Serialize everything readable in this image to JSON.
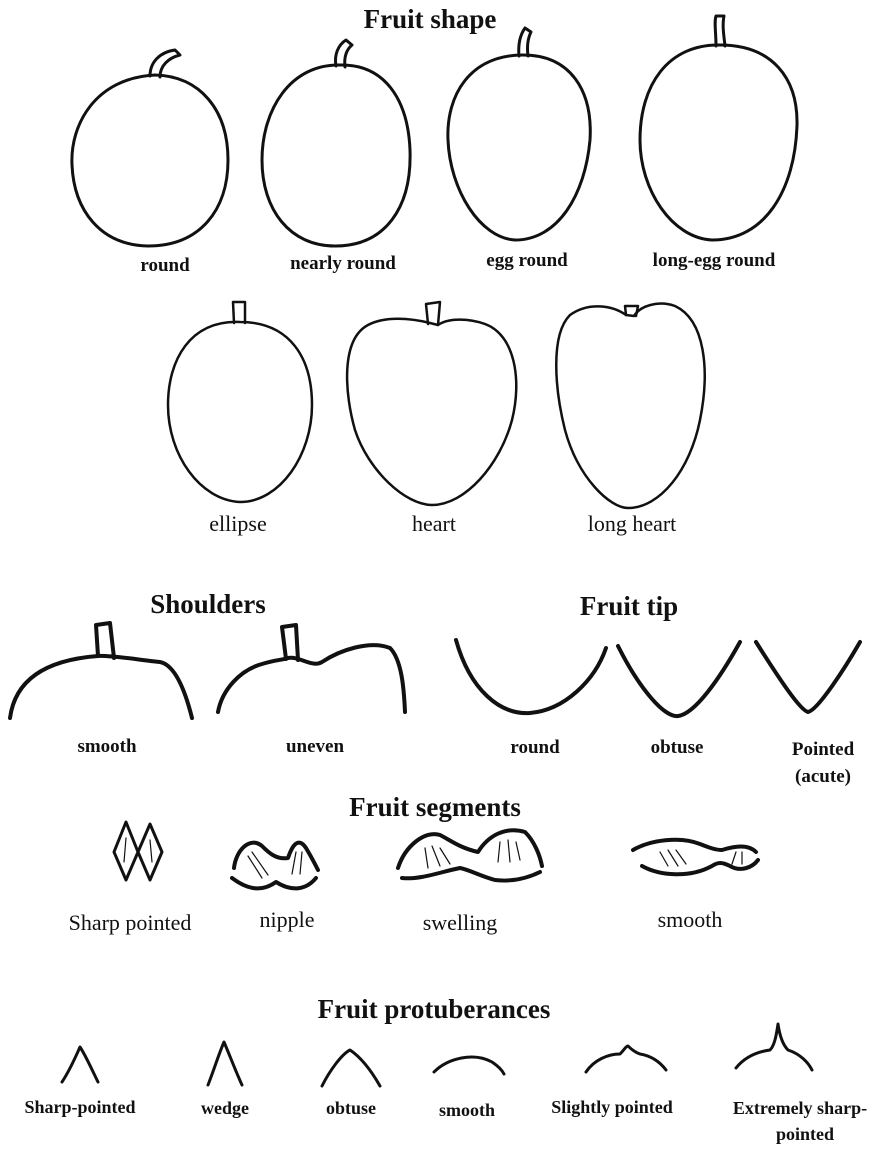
{
  "fruit_shape": {
    "title": "Fruit shape",
    "items": [
      "round",
      "nearly round",
      "egg round",
      "long-egg round",
      "ellipse",
      "heart",
      "long heart"
    ]
  },
  "shoulders": {
    "title": "Shoulders",
    "items": [
      "smooth",
      "uneven"
    ]
  },
  "fruit_tip": {
    "title": "Fruit tip",
    "items": [
      "round",
      "obtuse",
      "Pointed",
      "(acute)"
    ]
  },
  "fruit_segments": {
    "title": "Fruit segments",
    "items": [
      "Sharp pointed",
      "nipple",
      "swelling",
      "smooth"
    ]
  },
  "fruit_protuberances": {
    "title": "Fruit protuberances",
    "items": [
      "Sharp-pointed",
      "wedge",
      "obtuse",
      "smooth",
      "Slightly pointed",
      "Extremely sharp-",
      "pointed"
    ]
  },
  "colors": {
    "ink": "#111111",
    "background": "#ffffff"
  }
}
